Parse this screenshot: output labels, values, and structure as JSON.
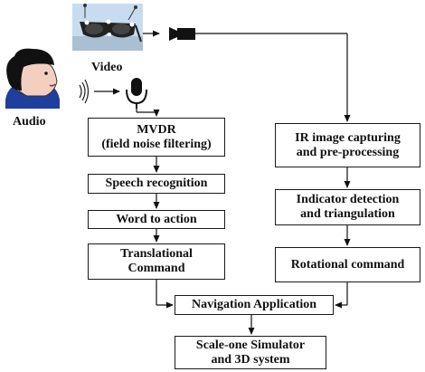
{
  "labels": {
    "audio": "Audio",
    "video": "Video"
  },
  "left_chain": [
    {
      "line1": "MVDR",
      "line2": "(field noise filtering)"
    },
    {
      "line1": "Speech recognition"
    },
    {
      "line1": "Word to action"
    },
    {
      "line1": "Translational",
      "line2": "Command"
    }
  ],
  "right_chain": [
    {
      "line1": "IR image capturing",
      "line2": "and pre-processing"
    },
    {
      "line1": "Indicator detection",
      "line2": "and triangulation"
    },
    {
      "line1": "Rotational command"
    }
  ],
  "navigation": {
    "line1": "Navigation Application"
  },
  "simulator": {
    "line1": "Scale-one Simulator",
    "line2": "and 3D system"
  },
  "icons": [
    "person-head-icon",
    "sound-waves-icon",
    "microphone-icon",
    "3d-glasses-icon",
    "ir-camera-icon"
  ],
  "colors": {
    "skin": "#f3cfc0",
    "hair": "#111111",
    "shirt": "#1f3f9e",
    "glasses_bg": "#c7dcef"
  }
}
